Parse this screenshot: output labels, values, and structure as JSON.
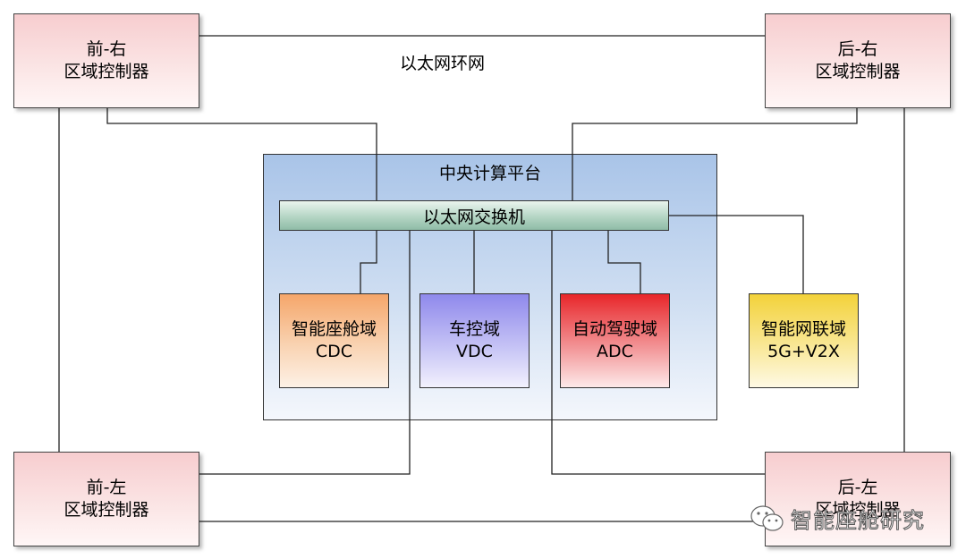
{
  "ring_label": "以太网环网",
  "controllers": {
    "front_right": [
      "前-右",
      "区域控制器"
    ],
    "rear_right": [
      "后-右",
      "区域控制器"
    ],
    "front_left": [
      "前-左",
      "区域控制器"
    ],
    "rear_left": [
      "后-左",
      "区域控制器"
    ]
  },
  "central": {
    "title": "中央计算平台",
    "switch_label": "以太网交换机"
  },
  "domains": {
    "cdc": [
      "智能座舱域",
      "CDC"
    ],
    "vdc": [
      "车控域",
      "VDC"
    ],
    "adc": [
      "自动驾驶域",
      "ADC"
    ],
    "v2x": [
      "智能网联域",
      "5G+V2X"
    ]
  },
  "watermark": "智能座舱研究",
  "colors": {
    "controller": "#f7cdcf",
    "central": "#a9c4e8",
    "switch": "#b4d5c4",
    "cdc": "#f5a66a",
    "vdc": "#8f89ec",
    "adc": "#e8262a",
    "v2x": "#f3d23a"
  },
  "icons": {
    "watermark": "wechat-icon"
  }
}
